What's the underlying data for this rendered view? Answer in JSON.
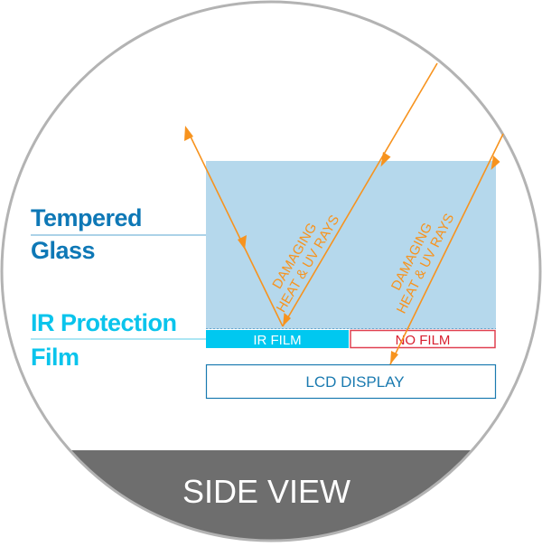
{
  "labels": {
    "tempered_glass_line1": "Tempered",
    "tempered_glass_line2": "Glass",
    "ir_protection_line1": "IR Protection",
    "ir_protection_line2": "Film",
    "ir_film": "IR FILM",
    "no_film": "NO FILM",
    "lcd_display": "LCD DISPLAY",
    "side_view": "SIDE VIEW",
    "ray_left_line1": "DAMAGING",
    "ray_left_line2": "HEAT & UV RAYS",
    "ray_right_line1": "DAMAGING",
    "ray_right_line2": "HEAT & UV RAYS"
  },
  "colors": {
    "circle_border": "#b3b3b3",
    "glass_fill": "#b5d8ec",
    "ir_film_fill": "#00c8f0",
    "no_film_border": "#e04050",
    "no_film_text": "#d82030",
    "lcd_border": "#1a7ab0",
    "lcd_text": "#1a7ab0",
    "label_dark_blue": "#0e78b6",
    "label_cyan": "#0ac4ec",
    "ray_orange": "#f7931e",
    "side_view_band": "#6e6e6e",
    "side_view_text": "#ffffff"
  }
}
